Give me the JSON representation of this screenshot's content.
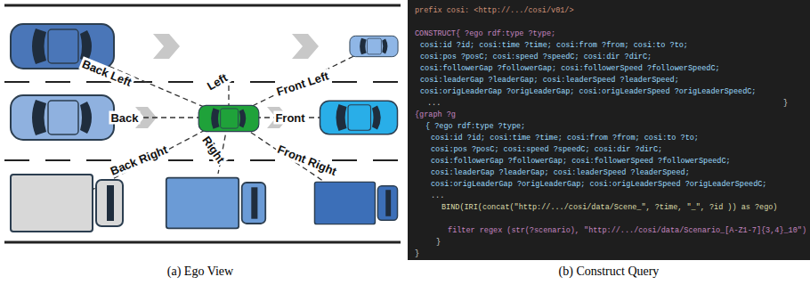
{
  "diagram": {
    "labels": [
      "Back Left",
      "Left",
      "Front Left",
      "Back",
      "Front",
      "Back Right",
      "Right",
      "Front Right",
      "prefix cosi: <http://.../cosi/v01/>",
      "CONSTRUCT{ ?ego    rdf:type ?type;",
      "cosi:id ?id;  cosi:time ?time; cosi:from ?from; cosi:to ?to;",
      "cosi:pos ?posC; cosi:speed ?speedC; cosi:dir ?dirC;",
      "cosi:followerGap ?followerGap; cosi:followerSpeed ?followerSpeedC;",
      "cosi:leaderGap ?leaderGap; cosi:leaderSpeed ?leaderSpeed;",
      "cosi:origLeaderGap ?origLeaderGap; cosi:origLeaderSpeed ?origLeaderSpeedC;",
      "...",
      "}",
      "{graph ?g",
      "{ ?ego  rdf:type ?type;",
      "cosi:id ?id;  cosi:time ?time; cosi:from ?from; cosi:to ?to;",
      "cosi:pos ?posC; cosi:speed ?speedC; cosi:dir ?dirC;",
      "cosi:followerGap ?followerGap; cosi:followerSpeed ?followerSpeedC;",
      "cosi:leaderGap ?leaderGap; cosi:leaderSpeed ?leaderSpeed;",
      "cosi:origLeaderGap ?origLeaderGap; cosi:origLeaderSpeed ?origLeaderSpeedC;",
      "...",
      "BIND(IRI(concat(\"http://.../cosi/data/Scene_\", ?time, \"_\", ?id )) as ?ego)",
      "filter regex (str(?scenario), \"http://.../cosi/data/Scenario_[A-Z1-7]{3,4}_10\")",
      "}",
      "}",
      "(a) Ego View",
      "(b) Construct Query"
    ]
  }
}
